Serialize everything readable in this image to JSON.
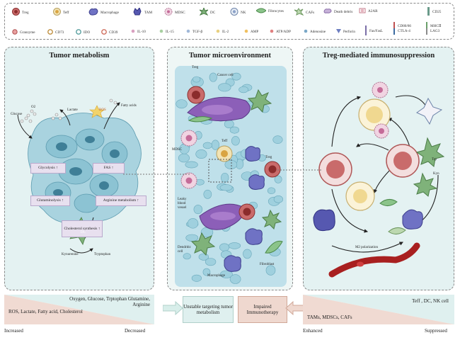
{
  "legend": {
    "row1": [
      "Treg",
      "Teff",
      "Macrophage",
      "TAM",
      "MDSC",
      "DC",
      "NK",
      "Fibrocytes",
      "CAFs",
      "Death debris",
      "A2AR",
      "CD25"
    ],
    "row2": [
      "Granzyme",
      "CD73",
      "IDO",
      "CD39",
      "IL-10",
      "IL-15",
      "TGF-β",
      "IL-2",
      "AMP",
      "ATP/ADP",
      "Adenosine",
      "Perforin",
      "Fas/FasL",
      "CD80/86",
      "CTLA-4",
      "MHCⅡ",
      "LAG3"
    ]
  },
  "panels": {
    "metabolism": {
      "title": "Tumor metabolism",
      "labels": {
        "o2": "O2",
        "glucose": "Glucose",
        "lactate": "Lactate",
        "ros": "ROS",
        "fatty": "Fatty acids",
        "dc": "DC",
        "kynurenine": "Kynurenine",
        "tryptophan": "Tryptophan"
      },
      "boxes": {
        "glycolysis": "Glycolysis ↑",
        "fas": "FAS ↑",
        "glutaminolysis": "Glutaminolysis ↑",
        "arginine": "Arginine metabolism ↑",
        "cholesterol": "Cholesterol synthesis ↑"
      }
    },
    "microenv": {
      "title": "Tumor microenvironment",
      "labels": {
        "treg_top": "Treg",
        "cancer": "Cancer cell",
        "mdsc": "MDSC",
        "teff": "Teff",
        "treg_right": "Treg",
        "leaky": "Leaky blood vessel",
        "dendritic": "Dendritic cell",
        "fibroblast": "Fibroblast",
        "macrophage": "Macrophage"
      }
    },
    "immuno": {
      "title": "Treg-mediated immunosuppression",
      "labels": {
        "trp": "Trp",
        "kyn": "Kyn",
        "m2": "M2 polarization"
      }
    }
  },
  "bottom": {
    "left_top": "Oxygen, Glucose, Trptophan Glutamine, Arginine",
    "left_bottom": "ROS, Lactate, Fatty acid, Cholesterol",
    "increased": "Increased",
    "decreased": "Decreased",
    "middle1": "Unstable targeting tumor metabolism",
    "middle2": "Impaired Immunotherapy",
    "right_top": "Teff , DC, NK cell",
    "right_bottom": "TAMs, MDSCs, CAFs",
    "enhanced": "Enhanced",
    "suppressed": "Suppressed"
  }
}
